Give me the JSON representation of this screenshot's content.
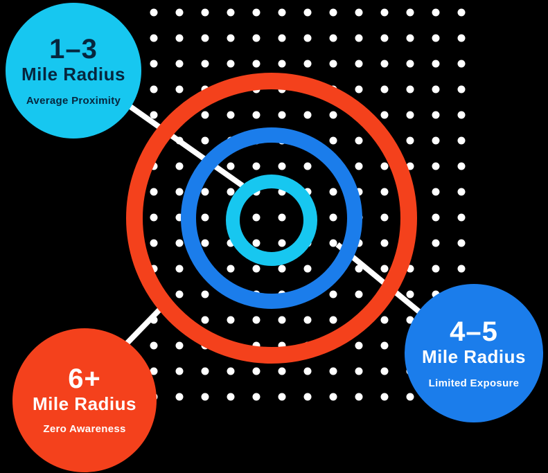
{
  "colors": {
    "background": "#000000",
    "dot": "#FFFFFF",
    "connector": "#FFFFFF",
    "cyan": "#17C7F0",
    "blue": "#1B7DEB",
    "red": "#F4411C",
    "dark_text": "#06263E",
    "light_text": "#FFFFFF"
  },
  "rings": {
    "outer_color_name": "red",
    "middle_color_name": "blue",
    "inner_color_name": "cyan"
  },
  "labels": {
    "near": {
      "range": "1–3",
      "unit": "Mile Radius",
      "caption": "Average Proximity"
    },
    "mid": {
      "range": "4–5",
      "unit": "Mile Radius",
      "caption": "Limited Exposure"
    },
    "far": {
      "range": "6+",
      "unit": "Mile Radius",
      "caption": "Zero Awareness"
    }
  }
}
